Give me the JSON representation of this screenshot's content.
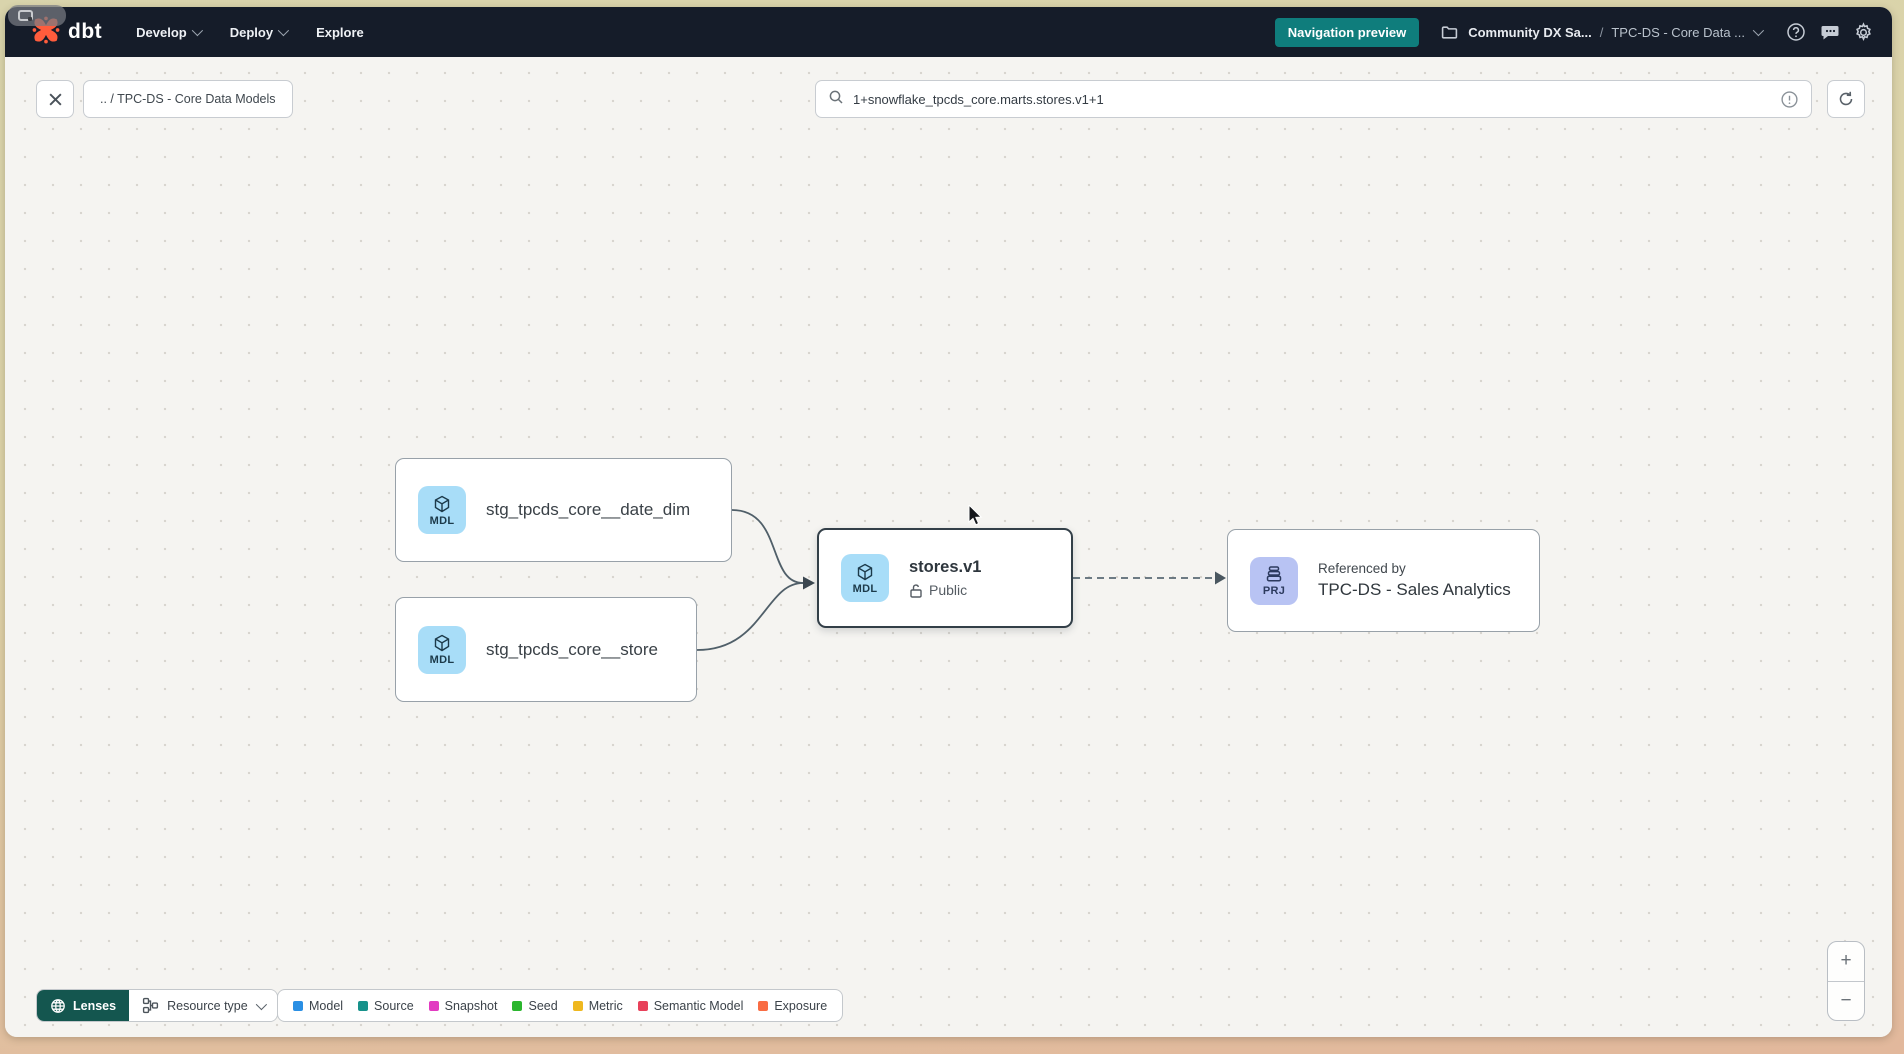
{
  "header": {
    "logo_text": "dbt",
    "nav_items": [
      {
        "label": "Develop"
      },
      {
        "label": "Deploy"
      },
      {
        "label": "Explore"
      }
    ],
    "preview_button_label": "Navigation preview",
    "breadcrumb": {
      "project": "Community DX Sa...",
      "separator": "/",
      "current": "TPC-DS - Core Data ..."
    }
  },
  "toolbar": {
    "back_chip_label": ".. / TPC-DS - Core Data Models",
    "search_value": "1+snowflake_tpcds_core.marts.stores.v1+1"
  },
  "graph": {
    "nodes": {
      "date_dim": {
        "badge": "MDL",
        "label": "stg_tpcds_core__date_dim"
      },
      "store": {
        "badge": "MDL",
        "label": "stg_tpcds_core__store"
      },
      "stores_v1": {
        "badge": "MDL",
        "title": "stores.v1",
        "access": "Public"
      },
      "project_ref": {
        "badge": "PRJ",
        "kicker": "Referenced by",
        "title": "TPC-DS - Sales Analytics"
      }
    }
  },
  "footer": {
    "lenses_label": "Lenses",
    "resource_type_label": "Resource type",
    "legend": [
      {
        "label": "Model",
        "color": "#2a8fe4"
      },
      {
        "label": "Source",
        "color": "#17928b"
      },
      {
        "label": "Snapshot",
        "color": "#e23bc1"
      },
      {
        "label": "Seed",
        "color": "#2bb62e"
      },
      {
        "label": "Metric",
        "color": "#efb81f"
      },
      {
        "label": "Semantic Model",
        "color": "#e8415a"
      },
      {
        "label": "Exposure",
        "color": "#f96c43"
      }
    ]
  },
  "zoom_controls": {
    "zoom_in": "+",
    "zoom_out": "−"
  },
  "colors": {
    "header_bg": "#151c29",
    "accent_teal": "#0f7d7c",
    "brand_orange": "#ff5c3c",
    "model_badge_bg": "#a8ddf8",
    "project_badge_bg": "#b8c3f3"
  },
  "icons": {
    "help": "question-circle",
    "feedback": "speech-bubble",
    "settings": "gear",
    "search": "magnifier",
    "refresh": "circular-arrow",
    "public_access": "open-padlock",
    "model_resource": "cube",
    "project_resource": "stacked-trays"
  }
}
